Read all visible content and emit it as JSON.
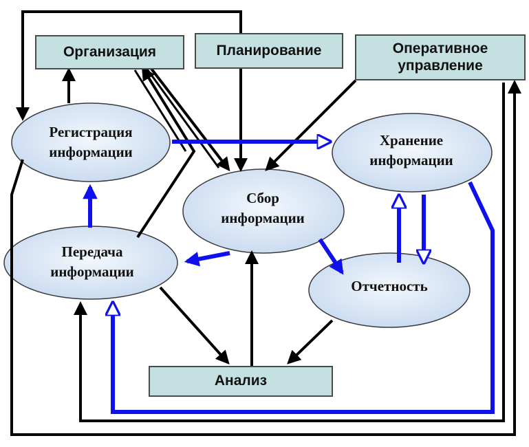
{
  "boxes": {
    "organization": "Организация",
    "planning": "Планирование",
    "operational_management": "Оперативное управление",
    "analysis": "Анализ"
  },
  "nodes": {
    "registration": "Регистрация\nинформации",
    "storage": "Хранение\nинформации",
    "collection": "Сбор\nинформации",
    "transfer": "Передача\nинформации",
    "reporting": "Отчетность"
  },
  "colors": {
    "box_fill": "#c5e0e0",
    "oval_fill": "#dce8f5",
    "black_arrow": "#000000",
    "blue_arrow": "#1010ee"
  }
}
